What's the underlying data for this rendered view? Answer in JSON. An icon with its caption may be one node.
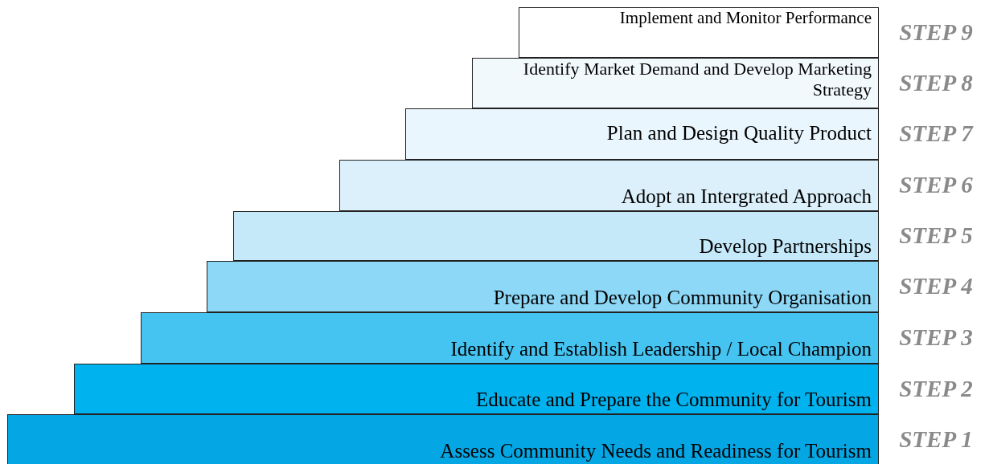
{
  "diagram": {
    "nodes": [
      {
        "text": [
          "Implement and Monitor Performance"
        ],
        "beside": [
          "STEP 9"
        ]
      },
      {
        "text": [
          "Identify Market Demand and Develop Marketing Strategy"
        ],
        "beside": [
          "STEP 8"
        ]
      },
      {
        "text": [
          "Plan and Design Quality Product"
        ],
        "beside": [
          "STEP 7"
        ]
      },
      {
        "text": [
          "Adopt an Intergrated Approach"
        ],
        "beside": [
          "STEP 6"
        ]
      },
      {
        "text": [
          "Develop Partnerships"
        ],
        "beside": [
          "STEP 5"
        ]
      },
      {
        "text": [
          "Prepare and Develop Community Organisation"
        ],
        "beside": [
          "STEP 4"
        ]
      },
      {
        "text": [
          "Identify and Establish Leadership / Local Champion"
        ],
        "beside": [
          "STEP 3"
        ]
      },
      {
        "text": [
          "Educate and Prepare the Community for Tourism"
        ],
        "beside": [
          "STEP 2"
        ]
      },
      {
        "text": [
          "Assess Community Needs and Readiness for Tourism"
        ],
        "beside": [
          "STEP 1"
        ]
      }
    ]
  }
}
